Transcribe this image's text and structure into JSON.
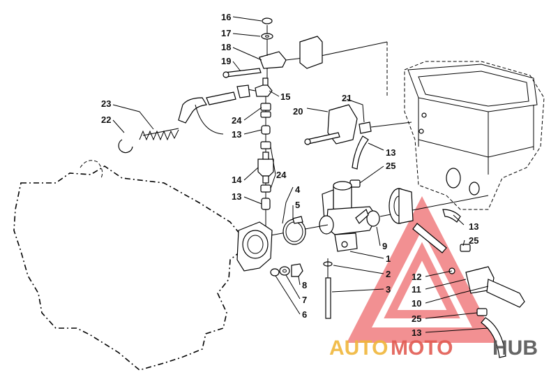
{
  "labels": {
    "l1": "1",
    "l2": "2",
    "l3": "3",
    "l4": "4",
    "l5": "5",
    "l6": "6",
    "l7": "7",
    "l8": "8",
    "l9": "9",
    "l10": "10",
    "l11": "11",
    "l12": "12",
    "l13a": "13",
    "l13b": "13",
    "l13c": "13",
    "l13d": "13",
    "l13e": "13",
    "l14": "14",
    "l15": "15",
    "l16": "16",
    "l17": "17",
    "l18": "18",
    "l19": "19",
    "l20": "20",
    "l21": "21",
    "l22": "22",
    "l23": "23",
    "l24a": "24",
    "l24b": "24",
    "l25a": "25",
    "l25b": "25",
    "l25c": "25"
  },
  "watermark": {
    "part1": "AUTO",
    "part2": "MOTO",
    "part3": "HUB",
    "colors": {
      "auto": "#f0b63a",
      "moto": "#e25b53",
      "hub": "#555555",
      "triangle": "#e8373a"
    }
  }
}
